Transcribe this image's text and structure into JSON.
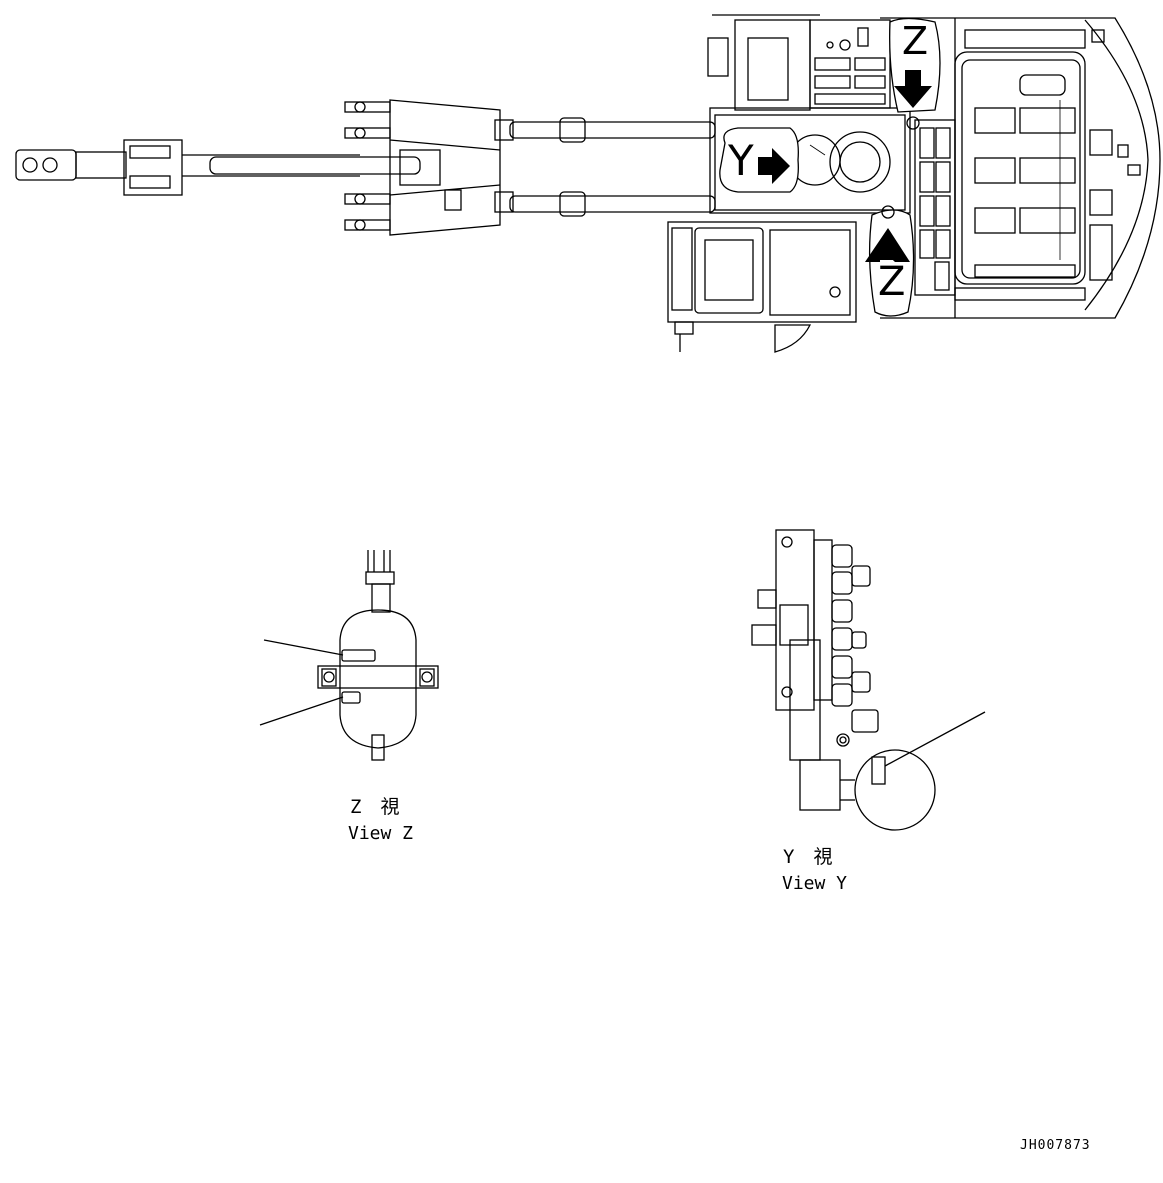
{
  "drawing": {
    "code": "JH007873",
    "main_view": {
      "markers": [
        {
          "letter": "Y",
          "arrow": "right"
        },
        {
          "letter": "Z",
          "arrow": "down"
        },
        {
          "letter": "Z",
          "arrow": "up"
        }
      ]
    },
    "view_z": {
      "jp": "Z　視",
      "en": "View Z"
    },
    "view_y": {
      "jp": "Y　視",
      "en": "View Y"
    }
  }
}
